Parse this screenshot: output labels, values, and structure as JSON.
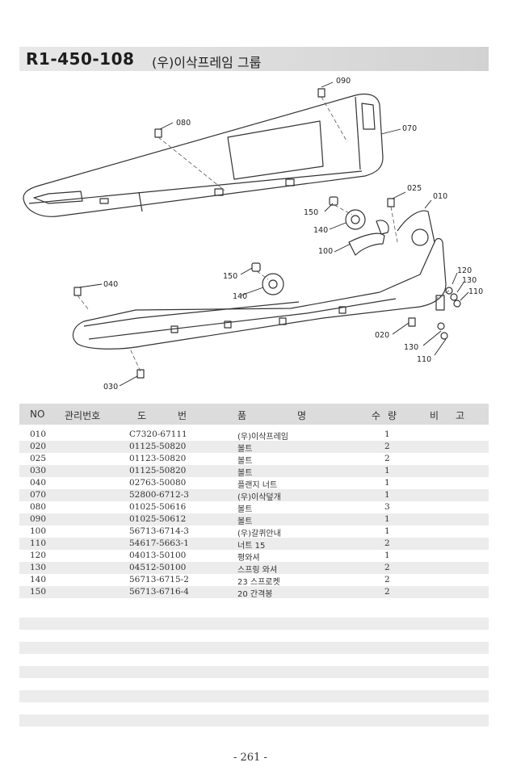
{
  "header": {
    "code": "R1-450-108",
    "name": "(우)이삭프레임 그룹"
  },
  "callouts": [
    "090",
    "080",
    "070",
    "025",
    "010",
    "150",
    "140",
    "100",
    "040",
    "150",
    "140",
    "120",
    "130",
    "110",
    "020",
    "130",
    "110",
    "030"
  ],
  "table": {
    "headers": {
      "no": "NO",
      "mgmt": "관리번호",
      "dwg1": "도",
      "dwg2": "번",
      "name1": "품",
      "name2": "명",
      "qty1": "수",
      "qty2": "량",
      "note1": "비",
      "note2": "고"
    },
    "rows": [
      {
        "no": "010",
        "dwg": "C7320-67111",
        "name": "(우)이삭프레임",
        "qty": "1"
      },
      {
        "no": "020",
        "dwg": "01125-50820",
        "name": "볼트",
        "qty": "2"
      },
      {
        "no": "025",
        "dwg": "01123-50820",
        "name": "볼트",
        "qty": "2"
      },
      {
        "no": "030",
        "dwg": "01125-50820",
        "name": "볼트",
        "qty": "1"
      },
      {
        "no": "040",
        "dwg": "02763-50080",
        "name": "플랜지 너트",
        "qty": "1"
      },
      {
        "no": "070",
        "dwg": "52800-6712-3",
        "name": "(우)이삭덮개",
        "qty": "1"
      },
      {
        "no": "080",
        "dwg": "01025-50616",
        "name": "볼트",
        "qty": "3"
      },
      {
        "no": "090",
        "dwg": "01025-50612",
        "name": "볼트",
        "qty": "1"
      },
      {
        "no": "100",
        "dwg": "56713-6714-3",
        "name": "(우)갈퀴안내",
        "qty": "1"
      },
      {
        "no": "110",
        "dwg": "54617-5663-1",
        "name": "너트 15",
        "qty": "2"
      },
      {
        "no": "120",
        "dwg": "04013-50100",
        "name": "평와셔",
        "qty": "1"
      },
      {
        "no": "130",
        "dwg": "04512-50100",
        "name": "스프링 와셔",
        "qty": "2"
      },
      {
        "no": "140",
        "dwg": "56713-6715-2",
        "name": "23 스프로켓",
        "qty": "2"
      },
      {
        "no": "150",
        "dwg": "56713-6716-4",
        "name": "20 간격봉",
        "qty": "2"
      }
    ]
  },
  "footer": {
    "page": "- 261 -"
  }
}
